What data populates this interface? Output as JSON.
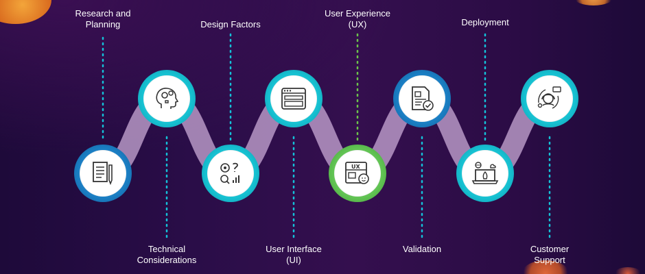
{
  "colors": {
    "teal": "#0fb6c8",
    "blue": "#1570b8",
    "green": "#56b948",
    "connector": "#c9a9d6",
    "dot_teal": "#14c1d8",
    "dot_green": "#6cc24a"
  },
  "steps": [
    {
      "label_lines": [
        "Research and",
        "Planning"
      ],
      "icon": "document-pen-icon",
      "ring": "blue"
    },
    {
      "label_lines": [
        "Technical",
        "Considerations"
      ],
      "icon": "head-gears-icon",
      "ring": "teal"
    },
    {
      "label_lines": [
        "Design Factors"
      ],
      "icon": "design-tools-icon",
      "ring": "teal"
    },
    {
      "label_lines": [
        "User Interface",
        "(UI)"
      ],
      "icon": "browser-window-icon",
      "ring": "teal"
    },
    {
      "label_lines": [
        "User Experience",
        "(UX)"
      ],
      "icon": "ux-screen-icon",
      "ring": "green"
    },
    {
      "label_lines": [
        "Validation"
      ],
      "icon": "document-check-icon",
      "ring": "blue"
    },
    {
      "label_lines": [
        "Deployment"
      ],
      "icon": "laptop-rocket-icon",
      "ring": "teal"
    },
    {
      "label_lines": [
        "Customer",
        "Support"
      ],
      "icon": "headset-support-icon",
      "ring": "teal"
    }
  ]
}
